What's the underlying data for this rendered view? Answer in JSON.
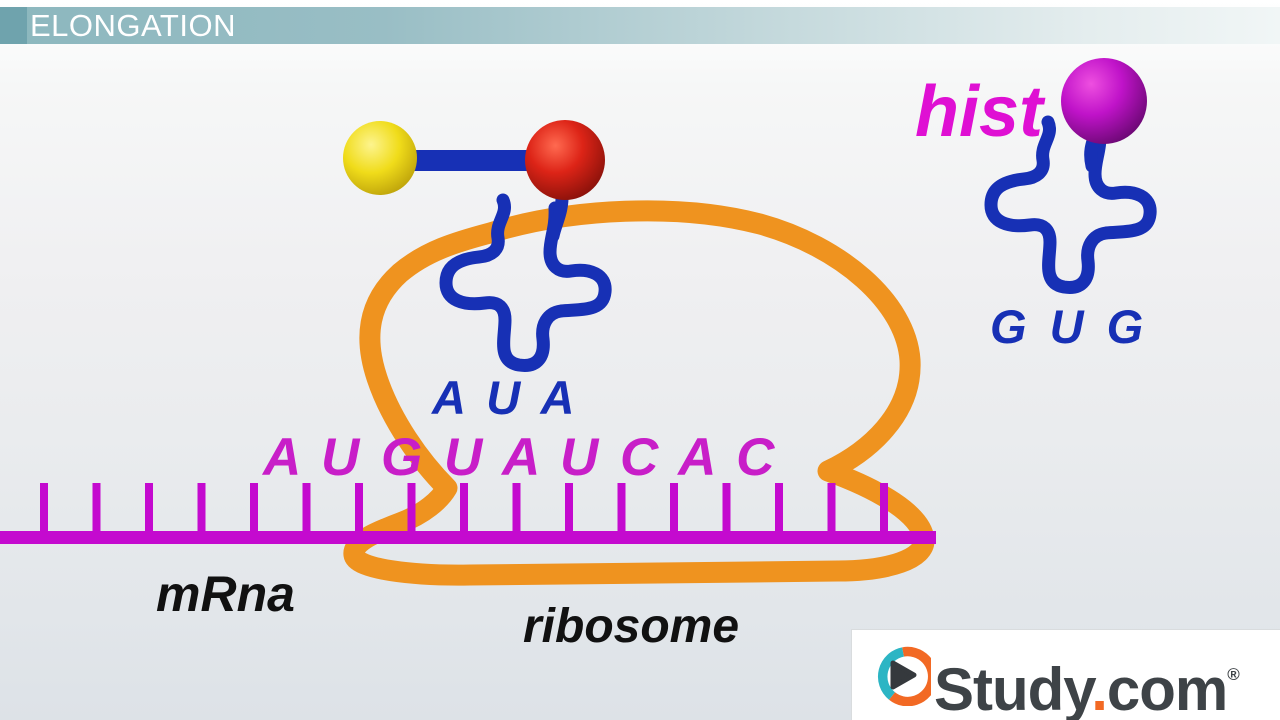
{
  "header": {
    "title": "ELONGATION"
  },
  "diagram": {
    "anticodon_left": "A U A",
    "mrna_codons": "A U G U A U C A C",
    "mrna_label": "mRna",
    "ribosome_label": "ribosome",
    "incoming": {
      "amino_acid_label": "hist",
      "anticodon": "G U G"
    },
    "mrna_tick_count": 17
  },
  "colors": {
    "header-square": "#6fa3ad",
    "header-bar": "#8cb7be",
    "header-text": "#ffffff",
    "ribosome": "#ef931f",
    "mrna": "#c40acf",
    "trna": "#1730b5",
    "codon-text": "#c81ec8",
    "hist-text": "#df10d3",
    "label-text": "#111111",
    "amino-yellow": "#f0dc1a",
    "amino-red": "#dd2417",
    "amino-purple": "#c013c9",
    "logo-text": "#3e4347",
    "logo-orange": "#f26924",
    "logo-teal": "#2cb5c4"
  },
  "logo": {
    "brand": "Study",
    "dot": ".",
    "tld": "com",
    "registered": "®"
  }
}
